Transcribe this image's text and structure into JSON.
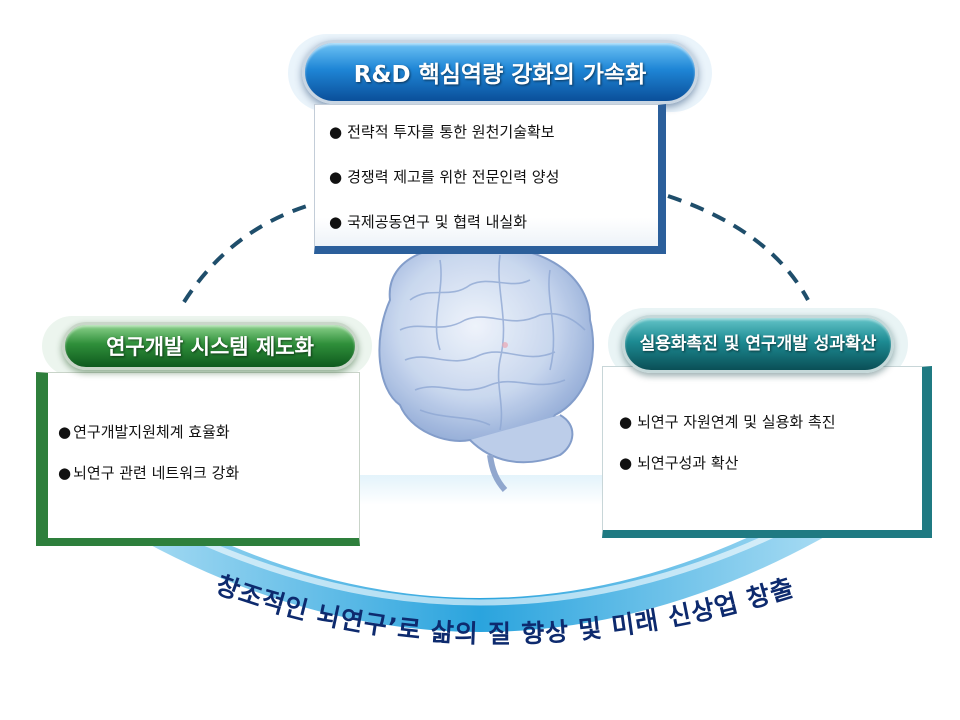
{
  "top": {
    "title": "R&D 핵심역량 강화의 가속화",
    "items": [
      "전략적 투자를 통한 원천기술확보",
      "경쟁력 제고를 위한 전문인력 양성",
      "국제공동연구 및 협력 내실화"
    ]
  },
  "left": {
    "title": "연구개발 시스템 제도화",
    "items": [
      "연구개발지원체계 효율화",
      "뇌연구 관련 네트워크 강화"
    ]
  },
  "right": {
    "title": "실용화촉진 및 연구개발 성과확산",
    "items": [
      "뇌연구 자원연계 및 실용화 촉진",
      "뇌연구성과 확산"
    ]
  },
  "bottom": {
    "slogan": "‘창조적인 뇌연구’로 삶의 질 향상 및 미래 신상업 창출"
  },
  "colors": {
    "top_accent": "#1f86d6",
    "left_accent": "#2f8f3a",
    "right_accent": "#1d8b93",
    "dashed_ring": "#1f4e6b",
    "banner_arc": "#29a8e0",
    "slogan_text": "#0d2a6e"
  },
  "icons": [
    "brain-illustration"
  ]
}
